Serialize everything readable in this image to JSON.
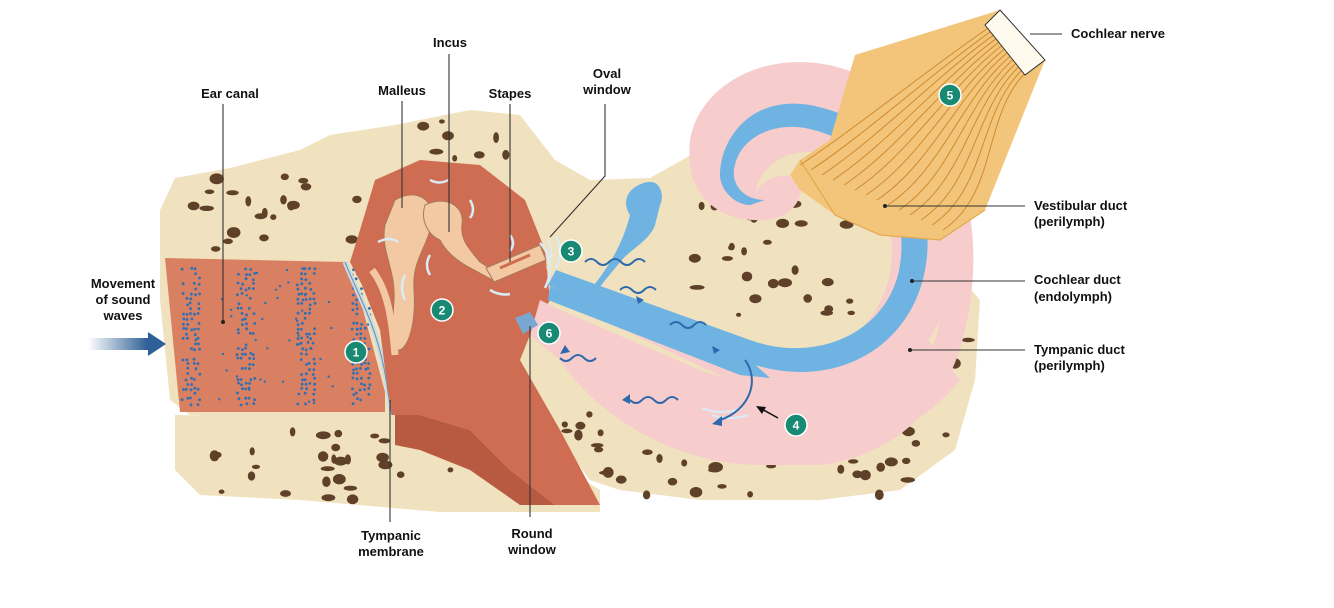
{
  "labels": {
    "incus": "Incus",
    "malleus": "Malleus",
    "stapes": "Stapes",
    "oval_window": [
      "Oval",
      "window"
    ],
    "ear_canal": "Ear canal",
    "movement": [
      "Movement",
      "of sound",
      "waves"
    ],
    "tympanic_membrane": [
      "Tympanic",
      "membrane"
    ],
    "round_window": [
      "Round",
      "window"
    ],
    "cochlear_nerve": "Cochlear nerve",
    "vestibular_duct": [
      "Vestibular duct",
      "(perilymph)"
    ],
    "cochlear_duct": [
      "Cochlear duct",
      "(endolymph)"
    ],
    "tympanic_duct": [
      "Tympanic duct",
      "(perilymph)"
    ]
  },
  "steps": [
    "1",
    "2",
    "3",
    "4",
    "5",
    "6"
  ],
  "colors": {
    "bone": "#f1e2bf",
    "bone_pore": "#5e4128",
    "canal": "#d97f62",
    "middle_ear": "#cf6d52",
    "ossicle": "#f2c9a3",
    "perilymph": "#f7cccd",
    "endolymph": "#6fb3e3",
    "nerve": "#f2c57a",
    "badge": "#188a74",
    "arrow": "#2e5f96"
  }
}
